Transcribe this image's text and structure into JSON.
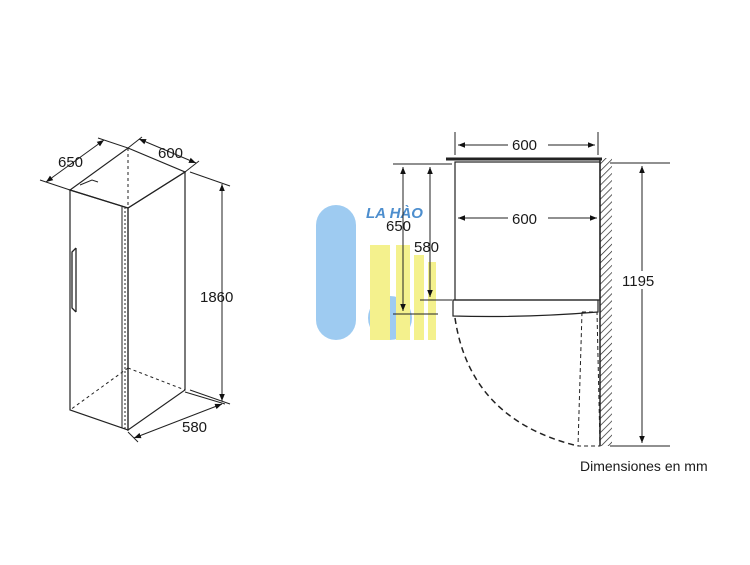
{
  "fridge_3d": {
    "depth_label": "650",
    "width_label": "600",
    "height_label": "1860",
    "base_depth_label": "580"
  },
  "top_view": {
    "top_width_label": "600",
    "inner_width_label": "600",
    "outer_depth_label": "650",
    "inner_depth_label": "580",
    "door_swing_label": "1195"
  },
  "caption": "Dimensiones en mm",
  "watermark": {
    "text": "LA HÀO",
    "colors": {
      "blue": "#8ec3ef",
      "yellow": "#f3ef7a",
      "text": "#2e7bc6"
    }
  }
}
